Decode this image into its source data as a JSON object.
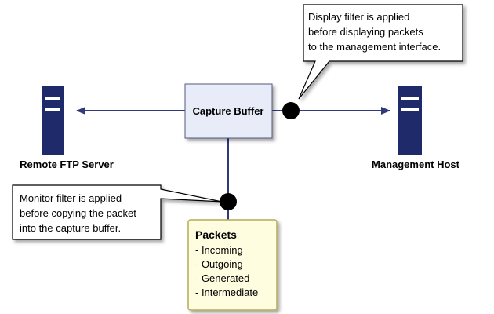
{
  "capture_buffer": {
    "label": "Capture Buffer"
  },
  "remote_server": {
    "label": "Remote FTP Server"
  },
  "management_host": {
    "label": "Management Host"
  },
  "display_callout": {
    "lines": [
      "Display filter is applied",
      "before displaying packets",
      "to the management interface."
    ]
  },
  "monitor_callout": {
    "lines": [
      "Monitor filter is applied",
      "before copying the packet",
      "into the capture buffer."
    ]
  },
  "packets": {
    "title": "Packets",
    "items": [
      "- Incoming",
      "- Outgoing",
      "- Generated",
      "- Intermediate"
    ]
  },
  "colors": {
    "line": "#2e3a7a",
    "server": "#1f2a6b",
    "buffer_fill": "#e8ecf8",
    "packets_fill": "#fffde0",
    "packets_border": "#b5ac58"
  }
}
